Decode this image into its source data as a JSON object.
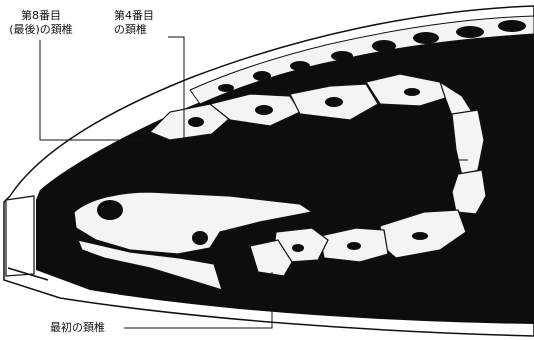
{
  "labels": {
    "eighth_vertebra": {
      "line1": "第8番目",
      "line2": "(最後)の頚椎"
    },
    "fourth_vertebra": {
      "line1": "第4番目",
      "line2": "の頚椎"
    },
    "first_vertebra": {
      "text": "最初の頚椎"
    }
  },
  "colors": {
    "background": "#ffffff",
    "body_cavity": "#0d0d0d",
    "bone": "#f4f4f2",
    "line": "#111111"
  }
}
